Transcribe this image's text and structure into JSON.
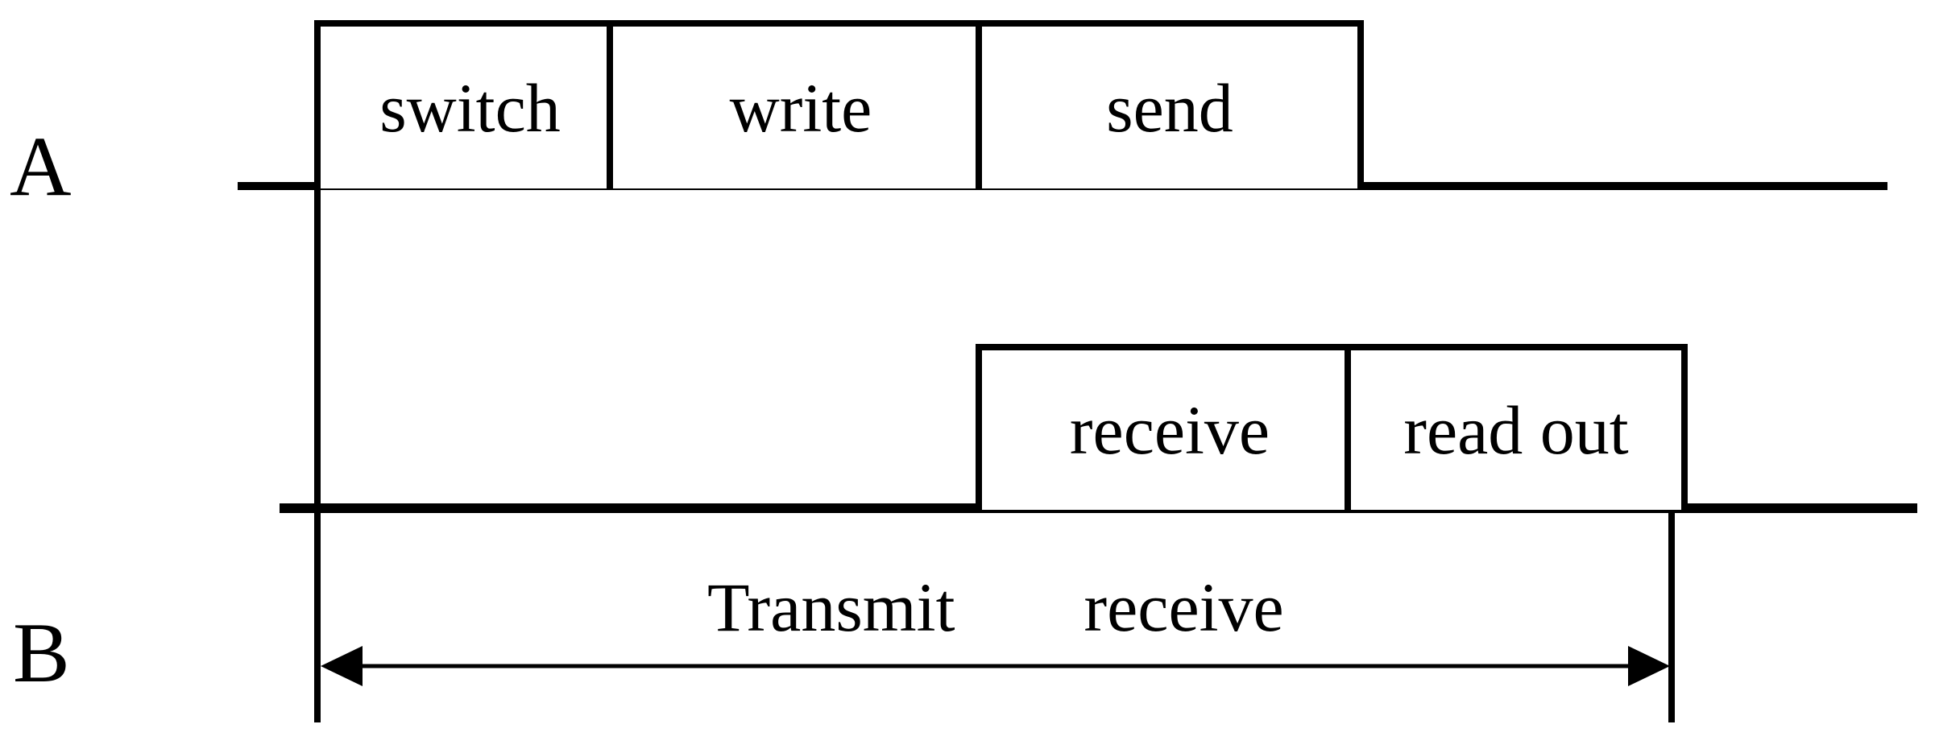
{
  "colors": {
    "background": "#ffffff",
    "ink": "#000000"
  },
  "timeline_a": {
    "label": "A",
    "boxes": [
      {
        "label": "switch"
      },
      {
        "label": "write"
      },
      {
        "label": "send"
      }
    ]
  },
  "timeline_b": {
    "label": "B",
    "boxes": [
      {
        "label": "receive"
      },
      {
        "label": "read out"
      }
    ]
  },
  "span": {
    "words": [
      "Transmit",
      "receive"
    ]
  }
}
